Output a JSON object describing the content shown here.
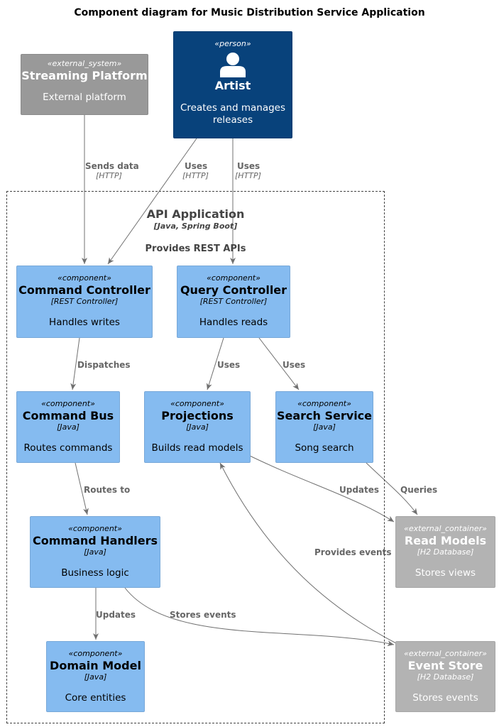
{
  "title": "Component diagram for Music Distribution Service Application",
  "boundary": {
    "name": "API Application",
    "tech": "[Java, Spring Boot]",
    "description": "Provides REST APIs"
  },
  "nodes": {
    "streaming_platform": {
      "stereotype": "«external_system»",
      "name": "Streaming Platform",
      "description": "External platform"
    },
    "artist": {
      "stereotype": "«person»",
      "name": "Artist",
      "description": "Creates and manages releases",
      "icon": "person-icon"
    },
    "command_controller": {
      "stereotype": "«component»",
      "name": "Command Controller",
      "tech": "[REST Controller]",
      "description": "Handles writes"
    },
    "query_controller": {
      "stereotype": "«component»",
      "name": "Query Controller",
      "tech": "[REST Controller]",
      "description": "Handles reads"
    },
    "command_bus": {
      "stereotype": "«component»",
      "name": "Command Bus",
      "tech": "[Java]",
      "description": "Routes commands"
    },
    "projections": {
      "stereotype": "«component»",
      "name": "Projections",
      "tech": "[Java]",
      "description": "Builds read models"
    },
    "search_service": {
      "stereotype": "«component»",
      "name": "Search Service",
      "tech": "[Java]",
      "description": "Song search"
    },
    "command_handlers": {
      "stereotype": "«component»",
      "name": "Command Handlers",
      "tech": "[Java]",
      "description": "Business logic"
    },
    "domain_model": {
      "stereotype": "«component»",
      "name": "Domain Model",
      "tech": "[Java]",
      "description": "Core entities"
    },
    "read_models": {
      "stereotype": "«external_container»",
      "name": "Read Models",
      "tech": "[H2 Database]",
      "description": "Stores views"
    },
    "event_store": {
      "stereotype": "«external_container»",
      "name": "Event Store",
      "tech": "[H2 Database]",
      "description": "Stores events"
    }
  },
  "edges": {
    "platform_to_cmdctrl": {
      "label": "Sends data",
      "tech": "[HTTP]"
    },
    "artist_to_cmdctrl": {
      "label": "Uses",
      "tech": "[HTTP]"
    },
    "artist_to_queryctrl": {
      "label": "Uses",
      "tech": "[HTTP]"
    },
    "cmdctrl_to_bus": {
      "label": "Dispatches"
    },
    "query_to_projections": {
      "label": "Uses"
    },
    "query_to_search": {
      "label": "Uses"
    },
    "bus_to_handlers": {
      "label": "Routes to"
    },
    "projections_to_readmodels": {
      "label": "Updates"
    },
    "search_to_readmodels": {
      "label": "Queries"
    },
    "eventstore_to_projections": {
      "label": "Provides events"
    },
    "handlers_to_domain": {
      "label": "Updates"
    },
    "handlers_to_eventstore": {
      "label": "Stores events"
    }
  },
  "colors": {
    "component": "#85bbf0",
    "person": "#08427b",
    "external_system": "#999999",
    "external_container": "#b3b3b3",
    "edge": "#707070",
    "edge_label": "#666666"
  }
}
